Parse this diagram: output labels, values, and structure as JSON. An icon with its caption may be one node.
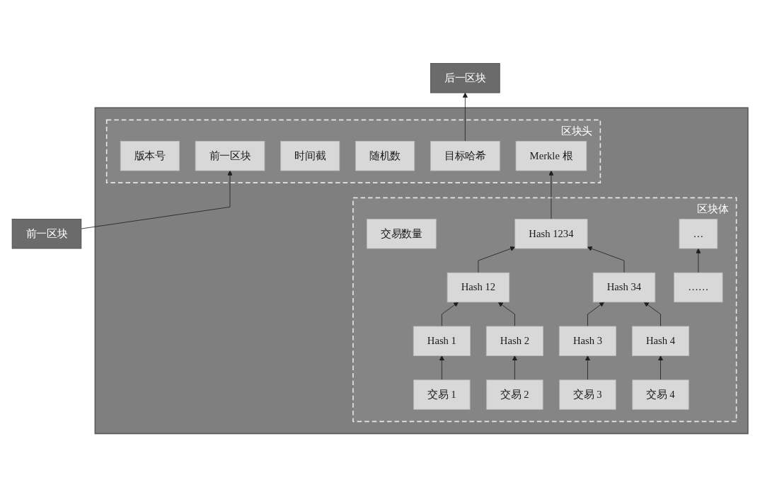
{
  "diagram": {
    "nodes": [
      {
        "text": [
          "前一区块"
        ]
      },
      {
        "text": [],
        "shape": "box"
      },
      {
        "text": [
          "区块头"
        ],
        "in": 1
      },
      {
        "text": [
          "版本号"
        ],
        "in": 2
      },
      {
        "text": [
          "前一区块"
        ],
        "in": 2
      },
      {
        "text": [
          "时间截"
        ],
        "in": 2
      },
      {
        "text": [
          "随机数"
        ],
        "in": 2
      },
      {
        "text": [
          "目标哈希"
        ],
        "in": 2
      },
      {
        "text": [
          "Merkle 根"
        ],
        "in": 2
      },
      {
        "text": [
          "区块体"
        ],
        "in": 1
      },
      {
        "text": [
          "交易数量"
        ],
        "in": 9
      },
      {
        "text": [
          "Hash 1234"
        ],
        "in": 9
      },
      {
        "text": [
          "Hash 12"
        ],
        "in": 9
      },
      {
        "text": [
          "Hash 34"
        ],
        "in": 9
      },
      {
        "text": [
          "Hash 1"
        ],
        "in": 9
      },
      {
        "text": [
          "Hash 2"
        ],
        "in": 9
      },
      {
        "text": [
          "Hash 3"
        ],
        "in": 9
      },
      {
        "text": [
          "Hash 4"
        ],
        "in": 9
      },
      {
        "text": [
          "…"
        ],
        "in": 9
      },
      {
        "text": [
          "交易 1"
        ],
        "in": 9
      },
      {
        "text": [
          "交易 2"
        ],
        "in": 9
      },
      {
        "text": [
          "交易 3"
        ],
        "in": 9
      },
      {
        "text": [
          "交易 4"
        ],
        "in": 9
      },
      {
        "text": [
          "……"
        ],
        "in": 9
      },
      {
        "text": [
          "后一区块"
        ]
      }
    ],
    "edges": [
      {
        "from": 0,
        "to": 4,
        "arrow": "to"
      },
      {
        "from": 7,
        "to": 24,
        "arrow": "to"
      },
      {
        "from": 11,
        "to": 8,
        "arrow": "to"
      },
      {
        "from": 12,
        "to": 11,
        "arrow": "to"
      },
      {
        "from": 13,
        "to": 11,
        "arrow": "to"
      },
      {
        "from": 14,
        "to": 12,
        "arrow": "to"
      },
      {
        "from": 15,
        "to": 12,
        "arrow": "to"
      },
      {
        "from": 16,
        "to": 13,
        "arrow": "to"
      },
      {
        "from": 17,
        "to": 13,
        "arrow": "to"
      },
      {
        "from": 19,
        "to": 14,
        "arrow": "to"
      },
      {
        "from": 20,
        "to": 15,
        "arrow": "to"
      },
      {
        "from": 21,
        "to": 16,
        "arrow": "to"
      },
      {
        "from": 22,
        "to": 17,
        "arrow": "to"
      },
      {
        "from": 23,
        "to": 18,
        "arrow": "to"
      }
    ]
  }
}
